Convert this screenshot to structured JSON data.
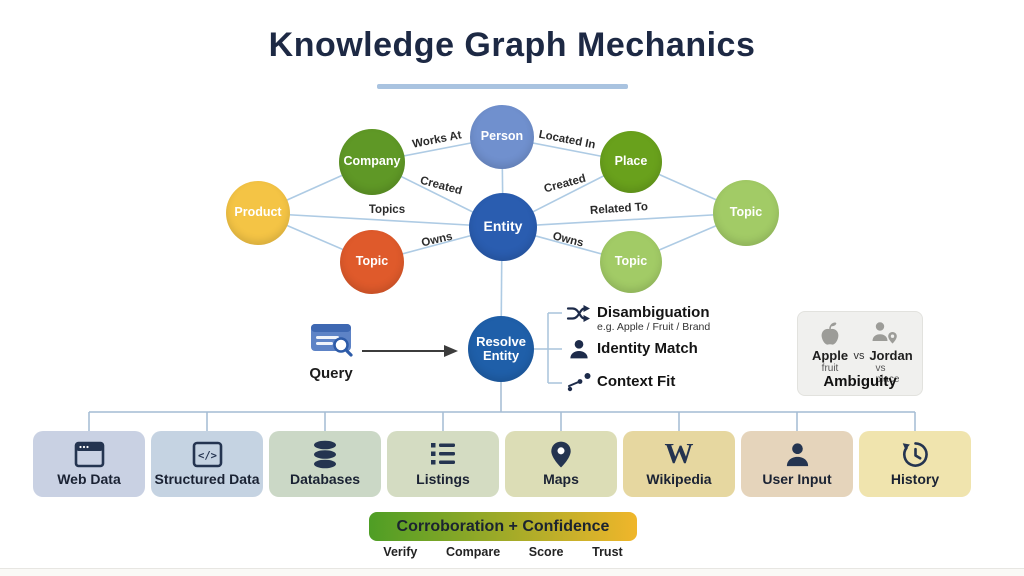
{
  "title": "Knowledge Graph Mechanics",
  "graph": {
    "nodes": [
      {
        "label": "Product",
        "color": "#F4C445"
      },
      {
        "label": "Company",
        "color": "#5F9826"
      },
      {
        "label": "Topic",
        "color": "#DF5A2B"
      },
      {
        "label": "Person",
        "color": "#7090CE"
      },
      {
        "label": "Entity",
        "color": "#2A5DB0"
      },
      {
        "label": "Place",
        "color": "#69A11C"
      },
      {
        "label": "Topic",
        "color": "#A2CB66"
      },
      {
        "label": "Topic",
        "color": "#A2CB66"
      }
    ],
    "edge_labels": {
      "works_at": "Works At",
      "located_in": "Located In",
      "created_left": "Created",
      "created_right": "Created",
      "topics": "Topics",
      "related_to": "Related To",
      "owns_left": "Owns",
      "owns_right": "Owns"
    }
  },
  "resolve": {
    "label": "Resolve Entity",
    "query": "Query",
    "checks": [
      {
        "title": "Disambiguation",
        "subtitle": "e.g. Apple / Fruit / Brand"
      },
      {
        "title": "Identity Match"
      },
      {
        "title": "Context Fit"
      }
    ]
  },
  "ambiguity": {
    "left": "Apple",
    "left_sub": "fruit",
    "mid": "vs",
    "right": "Jordan",
    "right_sub": "vs place",
    "caption": "Ambiguity"
  },
  "sources": [
    {
      "label": "Web Data",
      "color": "#C9D1E3"
    },
    {
      "label": "Structured Data",
      "color": "#C5D3E2",
      "glyph": "</>"
    },
    {
      "label": "Databases",
      "color": "#CBD8C6"
    },
    {
      "label": "Listings",
      "color": "#D4DCC2"
    },
    {
      "label": "Maps",
      "color": "#DCDDB6"
    },
    {
      "label": "Wikipedia",
      "color": "#E6D7A0",
      "glyph": "W"
    },
    {
      "label": "User Input",
      "color": "#E5D4BB"
    },
    {
      "label": "History",
      "color": "#F0E4AE"
    }
  ],
  "confidence": {
    "label": "Corroboration + Confidence",
    "gradient_css": "linear-gradient(90deg,#4E9E25,#F0B62B)",
    "steps": [
      "Verify",
      "Compare",
      "Score",
      "Trust"
    ]
  }
}
